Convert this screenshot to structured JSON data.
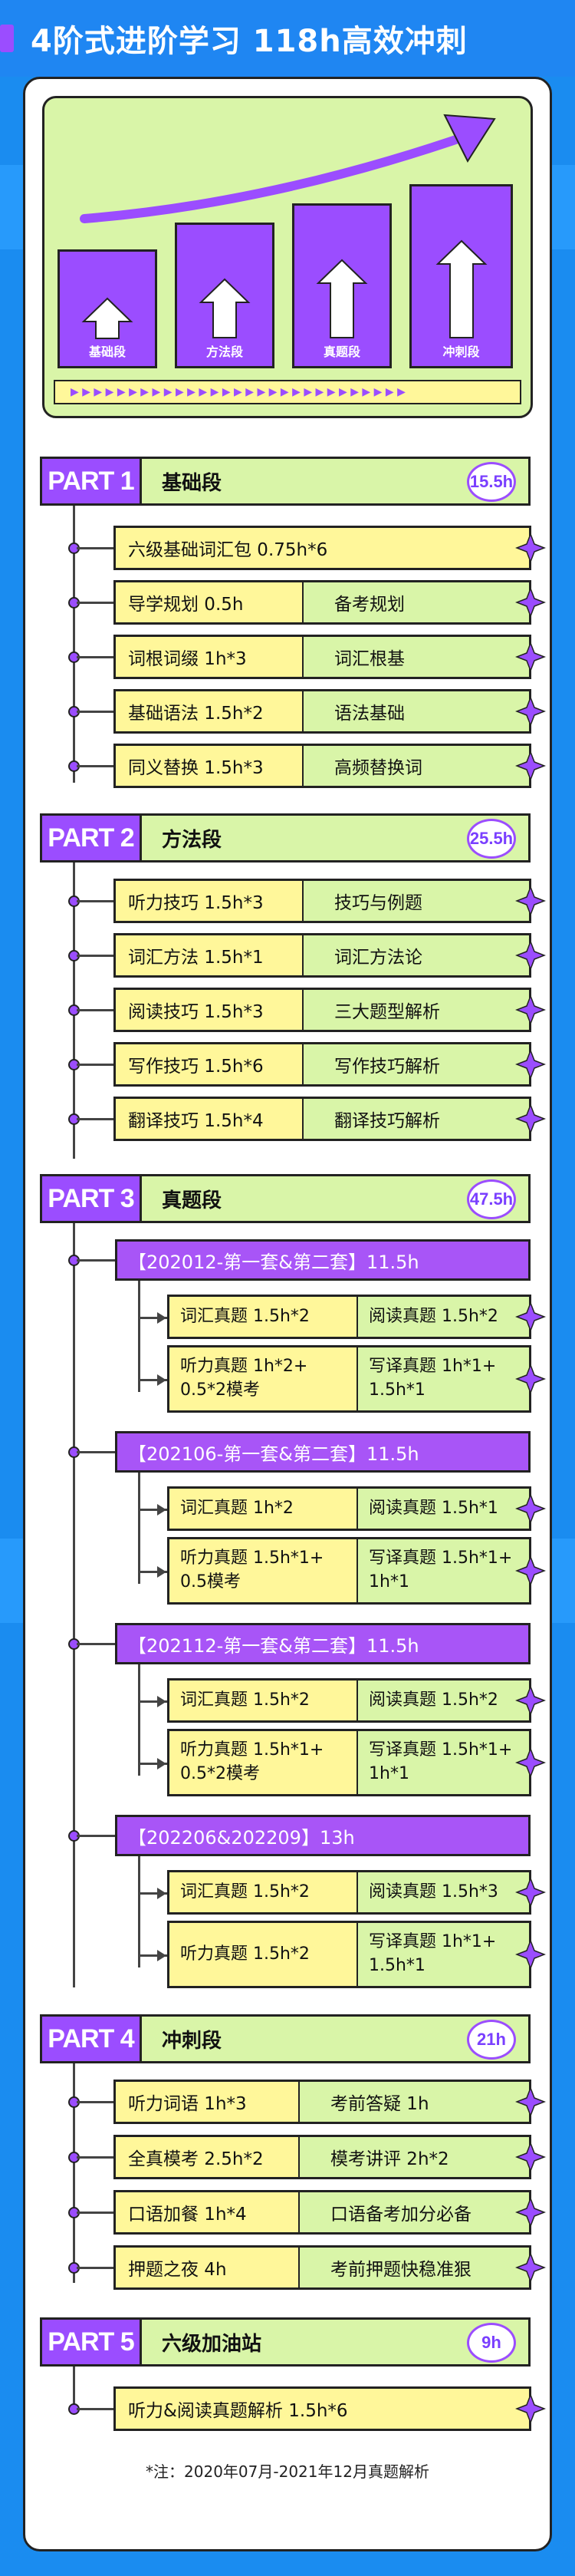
{
  "header": {
    "title": "4阶式进阶学习  118h高效冲刺"
  },
  "hero": {
    "stages": [
      "基础段",
      "方法段",
      "真题段",
      "冲刺段"
    ],
    "band": "▶ ▶ ▶ ▶ ▶ ▶ ▶ ▶ ▶ ▶ ▶ ▶ ▶ ▶ ▶ ▶ ▶ ▶ ▶ ▶ ▶ ▶ ▶ ▶ ▶ ▶ ▶ ▶ ▶"
  },
  "parts": [
    {
      "tag": "PART 1",
      "name": "基础段",
      "hours": "15.5h"
    },
    {
      "tag": "PART 2",
      "name": "方法段",
      "hours": "25.5h"
    },
    {
      "tag": "PART 3",
      "name": "真题段",
      "hours": "47.5h"
    },
    {
      "tag": "PART 4",
      "name": "冲刺段",
      "hours": "21h"
    },
    {
      "tag": "PART 5",
      "name": "六级加油站",
      "hours": "9h"
    }
  ],
  "part1": [
    {
      "a": "六级基础词汇包    0.75h*6",
      "b": ""
    },
    {
      "a": "导学规划 0.5h",
      "b": "备考规划"
    },
    {
      "a": "词根词缀 1h*3",
      "b": "词汇根基"
    },
    {
      "a": "基础语法 1.5h*2",
      "b": "语法基础"
    },
    {
      "a": "同义替换 1.5h*3",
      "b": "高频替换词"
    }
  ],
  "part2": [
    {
      "a": "听力技巧 1.5h*3",
      "b": "技巧与例题"
    },
    {
      "a": "词汇方法 1.5h*1",
      "b": "词汇方法论"
    },
    {
      "a": "阅读技巧 1.5h*3",
      "b": "三大题型解析"
    },
    {
      "a": "写作技巧 1.5h*6",
      "b": "写作技巧解析"
    },
    {
      "a": "翻译技巧 1.5h*4",
      "b": "翻译技巧解析"
    }
  ],
  "part3": [
    {
      "hdr": "【202012-第一套&第二套】11.5h",
      "rows": [
        {
          "a": "词汇真题  1.5h*2",
          "b": "阅读真题  1.5h*2"
        },
        {
          "a": "听力真题  1h*2+\n0.5*2模考",
          "b": "写译真题  1h*1+\n1.5h*1"
        }
      ]
    },
    {
      "hdr": "【202106-第一套&第二套】11.5h",
      "rows": [
        {
          "a": "词汇真题  1h*2",
          "b": "阅读真题  1.5h*1"
        },
        {
          "a": "听力真题  1.5h*1+\n0.5模考",
          "b": "写译真题  1.5h*1+\n1h*1"
        }
      ]
    },
    {
      "hdr": "【202112-第一套&第二套】11.5h",
      "rows": [
        {
          "a": "词汇真题  1.5h*2",
          "b": "阅读真题  1.5h*2"
        },
        {
          "a": "听力真题  1.5h*1+\n0.5*2模考",
          "b": "写译真题  1.5h*1+\n1h*1"
        }
      ]
    },
    {
      "hdr": "【202206&202209】13h",
      "rows": [
        {
          "a": "词汇真题  1.5h*2",
          "b": "阅读真题  1.5h*3"
        },
        {
          "a": "听力真题  1.5h*2",
          "b": "写译真题  1h*1+\n1.5h*1"
        }
      ]
    }
  ],
  "part4": [
    {
      "a": "听力词语  1h*3",
      "b": "考前答疑  1h"
    },
    {
      "a": "全真模考  2.5h*2",
      "b": "模考讲评  2h*2"
    },
    {
      "a": "口语加餐  1h*4",
      "b": "口语备考加分必备"
    },
    {
      "a": "押题之夜  4h",
      "b": "考前押题快稳准狠"
    }
  ],
  "part5": [
    {
      "a": "听力&阅读真题解析 1.5h*6",
      "b": ""
    }
  ],
  "footer": "*注：2020年07月-2021年12月真题解析",
  "colors": {
    "purple": "#9b4dff",
    "yellow": "#fff79a",
    "green": "#d9f5a8",
    "blue": "#1a8cf0"
  }
}
